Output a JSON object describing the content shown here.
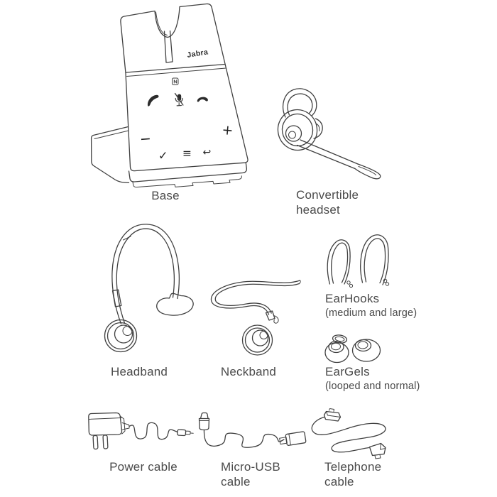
{
  "colors": {
    "background": "#ffffff",
    "line": "#404040",
    "label": "#4a4a4a"
  },
  "brand": {
    "logo": "Jabra"
  },
  "base_panel_icons": {
    "plus": "+",
    "minus": "−",
    "check": "✓",
    "menu": "≡",
    "back": "↩"
  },
  "items": {
    "base": {
      "label": "Base"
    },
    "convertible_headset": {
      "label_line1": "Convertible",
      "label_line2": "headset"
    },
    "headband": {
      "label": "Headband"
    },
    "neckband": {
      "label": "Neckband"
    },
    "earhooks": {
      "label": "EarHooks",
      "sublabel": "(medium and large)"
    },
    "eargels": {
      "label": "EarGels",
      "sublabel": "(looped and normal)"
    },
    "power_cable": {
      "label": "Power cable"
    },
    "micro_usb_cable": {
      "label_line1": "Micro-USB",
      "label_line2": "cable"
    },
    "telephone_cable": {
      "label_line1": "Telephone",
      "label_line2": "cable"
    }
  }
}
